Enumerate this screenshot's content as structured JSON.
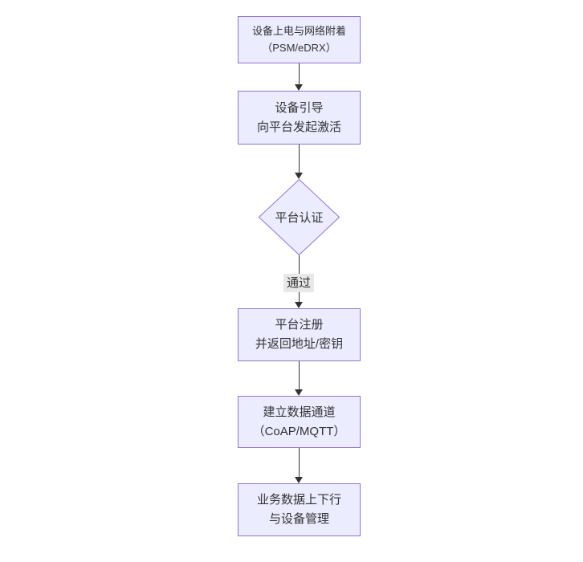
{
  "diagram": {
    "type": "flowchart",
    "direction": "top-down",
    "colors": {
      "canvas-bg": "#ffffff",
      "node-fill": "#ECECFF",
      "node-border": "#9370DB",
      "node-text": "#333333",
      "edge-line": "#333333",
      "edge-label-bg": "#e8e8e8",
      "edge-label-text": "#333333"
    },
    "nodes": [
      {
        "id": "power-attach",
        "shape": "rectangle",
        "lines": [
          "设备上电与网络附着",
          "（PSM/eDRX）"
        ]
      },
      {
        "id": "bootstrap",
        "shape": "rectangle",
        "lines": [
          "设备引导",
          "向平台发起激活"
        ]
      },
      {
        "id": "platform-auth",
        "shape": "diamond",
        "lines": [
          "平台认证"
        ]
      },
      {
        "id": "register",
        "shape": "rectangle",
        "lines": [
          "平台注册",
          "并返回地址/密钥"
        ]
      },
      {
        "id": "data-channel",
        "shape": "rectangle",
        "lines": [
          "建立数据通道",
          "（CoAP/MQTT）"
        ]
      },
      {
        "id": "business",
        "shape": "rectangle",
        "lines": [
          "业务数据上下行",
          "与设备管理"
        ]
      }
    ],
    "edges": [
      {
        "from": "power-attach",
        "to": "bootstrap",
        "label": ""
      },
      {
        "from": "bootstrap",
        "to": "platform-auth",
        "label": ""
      },
      {
        "from": "platform-auth",
        "to": "register",
        "label": "通过"
      },
      {
        "from": "register",
        "to": "data-channel",
        "label": ""
      },
      {
        "from": "data-channel",
        "to": "business",
        "label": ""
      }
    ]
  }
}
